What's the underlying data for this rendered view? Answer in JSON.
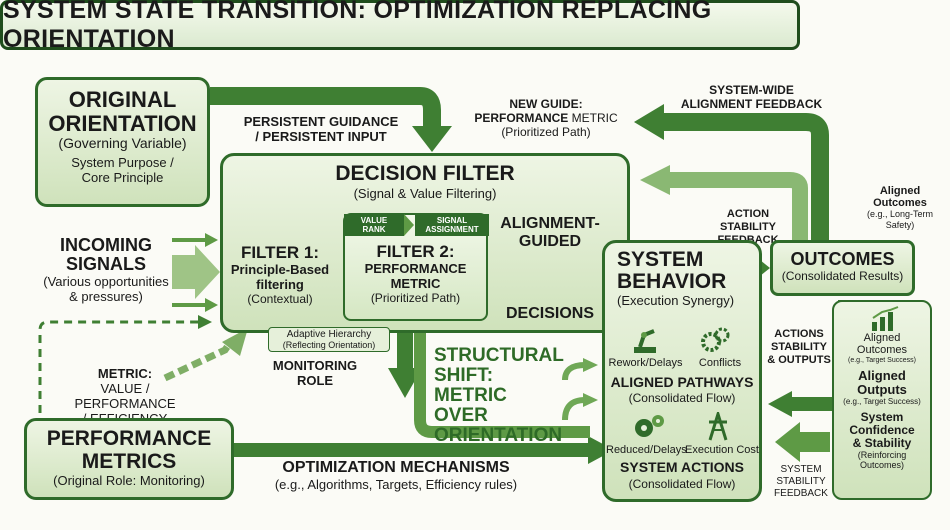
{
  "title": "SYSTEM STATE TRANSITION: OPTIMIZATION REPLACING ORIENTATION",
  "original_orientation": {
    "title_line1": "ORIGINAL",
    "title_line2": "ORIENTATION",
    "sub": "(Governing Variable)",
    "desc_line1": "System Purpose /",
    "desc_line2": "Core Principle"
  },
  "persistent_guidance": {
    "line1": "PERSISTENT GUIDANCE",
    "line2": "/ PERSISTENT INPUT"
  },
  "new_guide": {
    "line1": "NEW GUIDE:",
    "line2_bold": "PERFORMANCE",
    "line2_rest": " METRIC",
    "line3": "(Prioritized Path)"
  },
  "system_wide_feedback": {
    "line1": "SYSTEM-WIDE",
    "line2": "ALIGNMENT FEEDBACK"
  },
  "incoming": {
    "line1": "INCOMING",
    "line2": "SIGNALS",
    "line3": "(Various opportunities",
    "line4": "& pressures)"
  },
  "decision_filter": {
    "title": "DECISION FILTER",
    "sub": "(Signal & Value Filtering)"
  },
  "filter1": {
    "title": "FILTER 1:",
    "line2": "Principle-Based",
    "line3": "filtering",
    "line4": "(Contextual)"
  },
  "value_rank": {
    "line1": "VALUE",
    "line2": "RANK"
  },
  "signal_assignment": {
    "line1": "SIGNAL",
    "line2": "ASSIGNMENT"
  },
  "filter2": {
    "title": "FILTER 2:",
    "line2": "PERFORMANCE",
    "line3": "METRIC",
    "line4": "(Prioritized Path)"
  },
  "adaptive": {
    "line1": "Adaptive Hierarchy",
    "line2": "(Reflecting Orientation)"
  },
  "alignment_guided": {
    "line1": "ALIGNMENT-",
    "line2": "GUIDED",
    "line3": "DECISIONS"
  },
  "action_stability": {
    "line1": "ACTION",
    "line2": "STABILITY",
    "line3": "FEEDBACK"
  },
  "aligned_outcomes_top": {
    "line1": "Aligned",
    "line2": "Outcomes",
    "line3": "(e.g., Long-Term",
    "line4": "Safety)"
  },
  "outcomes": {
    "title": "OUTCOMES",
    "sub": "(Consolidated Results)"
  },
  "system_behavior": {
    "line1": "SYSTEM",
    "line2": "BEHAVIOR",
    "sub": "(Execution Synergy)"
  },
  "rework": "Rework/Delays",
  "conflicts": "Conflicts",
  "aligned_pathways": {
    "title": "ALIGNED PATHWAYS",
    "sub": "(Consolidated Flow)"
  },
  "reduced": "Reduced/Delays",
  "exec_cost": "Execution Cost",
  "system_actions": {
    "title": "SYSTEM ACTIONS",
    "sub": "(Consolidated Flow)"
  },
  "actions_stability": {
    "line1": "ACTIONS",
    "line2": "STABILITY",
    "line3": "& OUTPUTS"
  },
  "right_panel": {
    "outcomes_line1": "Aligned",
    "outcomes_line2": "Outcomes",
    "outcomes_line3": "(e.g., Target Success)",
    "outputs_line1": "Aligned",
    "outputs_line2": "Outputs",
    "outputs_line3": "(e.g., Target Success)",
    "conf_line1": "System",
    "conf_line2": "Confidence",
    "conf_line3": "& Stability",
    "conf_line4": "(Reinforcing",
    "conf_line5": "Outcomes)"
  },
  "system_stability": {
    "line1": "SYSTEM",
    "line2": "STABILITY",
    "line3": "FEEDBACK"
  },
  "metric": {
    "line1": "METRIC:",
    "line2": "VALUE / PERFORMANCE",
    "line3": "/ EFFICIENCY"
  },
  "monitoring": {
    "line1": "MONITORING",
    "line2": "ROLE"
  },
  "structural": {
    "line1": "STRUCTURAL",
    "line2": "SHIFT:",
    "line3": "METRIC OVER",
    "line4": "ORIENTATION"
  },
  "perf_metrics": {
    "line1": "PERFORMANCE",
    "line2": "METRICS",
    "sub": "(Original Role: Monitoring)"
  },
  "optimization": {
    "title": "OPTIMIZATION MECHANISMS",
    "sub": "(e.g., Algorithms, Targets, Efficiency rules)"
  },
  "colors": {
    "dark_green": "#2f6b2a",
    "mid_green": "#5e9a45",
    "light_green": "#cfe2bb",
    "text": "#1a1a1a"
  }
}
